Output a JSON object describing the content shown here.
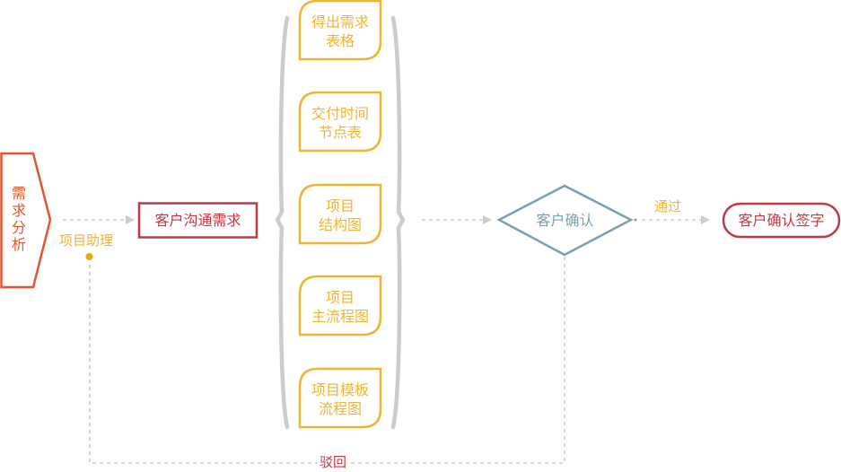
{
  "colors": {
    "start": "#e0562e",
    "process": "#c0393f",
    "deliverable": "#eeb534",
    "decision": "#7a9fb2",
    "connector": "#cccccc",
    "brace": "#cccccc",
    "label_yellow": "#eeb534",
    "label_red": "#c0393f"
  },
  "nodes": {
    "start": {
      "label": "需求分析"
    },
    "communicate": {
      "label": "客户沟通需求"
    },
    "deliverables": [
      {
        "line1": "得出需求",
        "line2": "表格"
      },
      {
        "line1": "交付时间",
        "line2": "节点表"
      },
      {
        "line1": "项目",
        "line2": "结构图"
      },
      {
        "line1": "项目",
        "line2": "主流程图"
      },
      {
        "line1": "项目模板",
        "line2": "流程图"
      }
    ],
    "decision": {
      "label": "客户确认"
    },
    "end": {
      "label": "客户确认签字"
    }
  },
  "edges": {
    "assistant_label": "项目助理",
    "pass_label": "通过",
    "reject_label": "驳回"
  }
}
